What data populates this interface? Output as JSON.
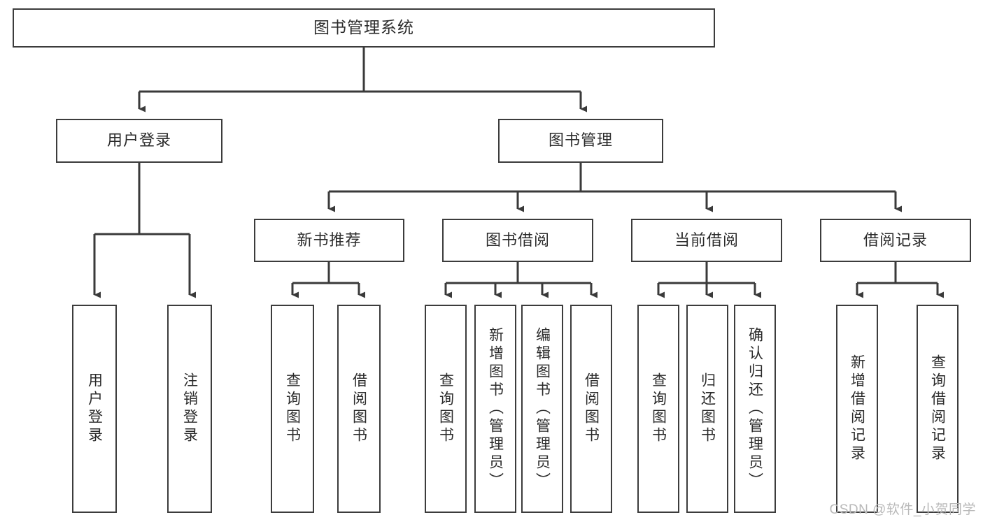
{
  "diagram": {
    "title": "图书管理系统",
    "type": "tree-structure-chart",
    "colors": {
      "background": "#ffffff",
      "box_border": "#3c3c3c",
      "box_fill": "#ffffff",
      "connector": "#3a3a3a",
      "text": "#2b2b2b",
      "watermark": "#b9b9b9"
    }
  },
  "root": {
    "label": "图书管理系统"
  },
  "level2": {
    "user_login": {
      "label": "用户登录"
    },
    "book_manage": {
      "label": "图书管理"
    }
  },
  "level3": {
    "new_book": {
      "label": "新书推荐"
    },
    "book_borrow": {
      "label": "图书借阅"
    },
    "current_borrow": {
      "label": "当前借阅"
    },
    "borrow_record": {
      "label": "借阅记录"
    }
  },
  "leaves": {
    "user_login": [
      {
        "label": "用户登录"
      },
      {
        "label": "注销登录"
      }
    ],
    "new_book": [
      {
        "label": "查询图书"
      },
      {
        "label": "借阅图书"
      }
    ],
    "book_borrow": [
      {
        "label": "查询图书"
      },
      {
        "label": "新增图书（管理员）"
      },
      {
        "label": "编辑图书（管理员）"
      },
      {
        "label": "借阅图书"
      }
    ],
    "current_borrow": [
      {
        "label": "查询图书"
      },
      {
        "label": "归还图书"
      },
      {
        "label": "确认归还（管理员）"
      }
    ],
    "borrow_record": [
      {
        "label": "新增借阅记录"
      },
      {
        "label": "查询借阅记录"
      }
    ]
  },
  "watermark": {
    "text": "CSDN @软件_小贺同学"
  }
}
